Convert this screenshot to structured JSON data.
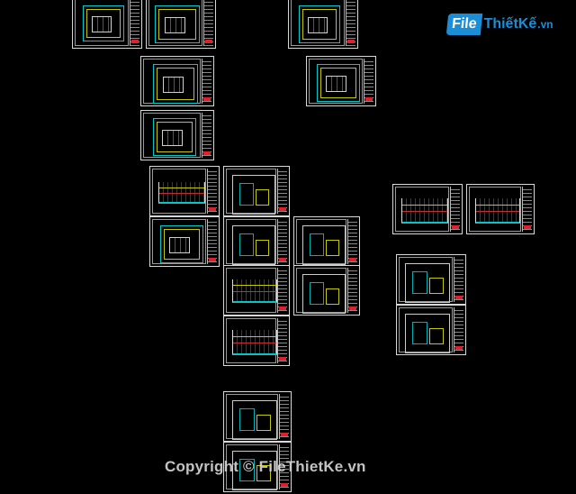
{
  "logo": {
    "file": "File",
    "rest": "ThiếtKế",
    "tld": ".vn"
  },
  "watermark": {
    "text": "Copyright © FileThietKe.vn"
  },
  "sheets": [
    {
      "name": "sheet-floor-plan-top-1",
      "kind": "plan"
    },
    {
      "name": "sheet-floor-plan-top-2",
      "kind": "plan"
    },
    {
      "name": "sheet-floor-plan-top-3",
      "kind": "plan"
    },
    {
      "name": "sheet-floor-plan-2",
      "kind": "plan"
    },
    {
      "name": "sheet-floor-plan-3",
      "kind": "plan"
    },
    {
      "name": "sheet-roof-plan",
      "kind": "plan"
    },
    {
      "name": "sheet-elevation-1",
      "kind": "elev"
    },
    {
      "name": "sheet-elevation-2",
      "kind": "plan"
    },
    {
      "name": "sheet-detail-1",
      "kind": "detail"
    },
    {
      "name": "sheet-detail-2",
      "kind": "detail"
    },
    {
      "name": "sheet-detail-3",
      "kind": "detail"
    },
    {
      "name": "sheet-section-1",
      "kind": "elev"
    },
    {
      "name": "sheet-section-2",
      "kind": "detail"
    },
    {
      "name": "sheet-section-3",
      "kind": "elev"
    },
    {
      "name": "sheet-right-elevation-1",
      "kind": "elev"
    },
    {
      "name": "sheet-right-elevation-2",
      "kind": "elev"
    },
    {
      "name": "sheet-right-detail-1",
      "kind": "detail"
    },
    {
      "name": "sheet-right-detail-2",
      "kind": "detail"
    },
    {
      "name": "sheet-bottom-detail-1",
      "kind": "detail"
    },
    {
      "name": "sheet-bottom-detail-2",
      "kind": "detail"
    }
  ],
  "colors": {
    "background": "#000000",
    "frame": "#d8d8d8",
    "accent_cyan": "#00c8c8",
    "accent_yellow": "#c8c800",
    "accent_red": "#e0202a",
    "logo_blue": "#1a8fd8"
  }
}
